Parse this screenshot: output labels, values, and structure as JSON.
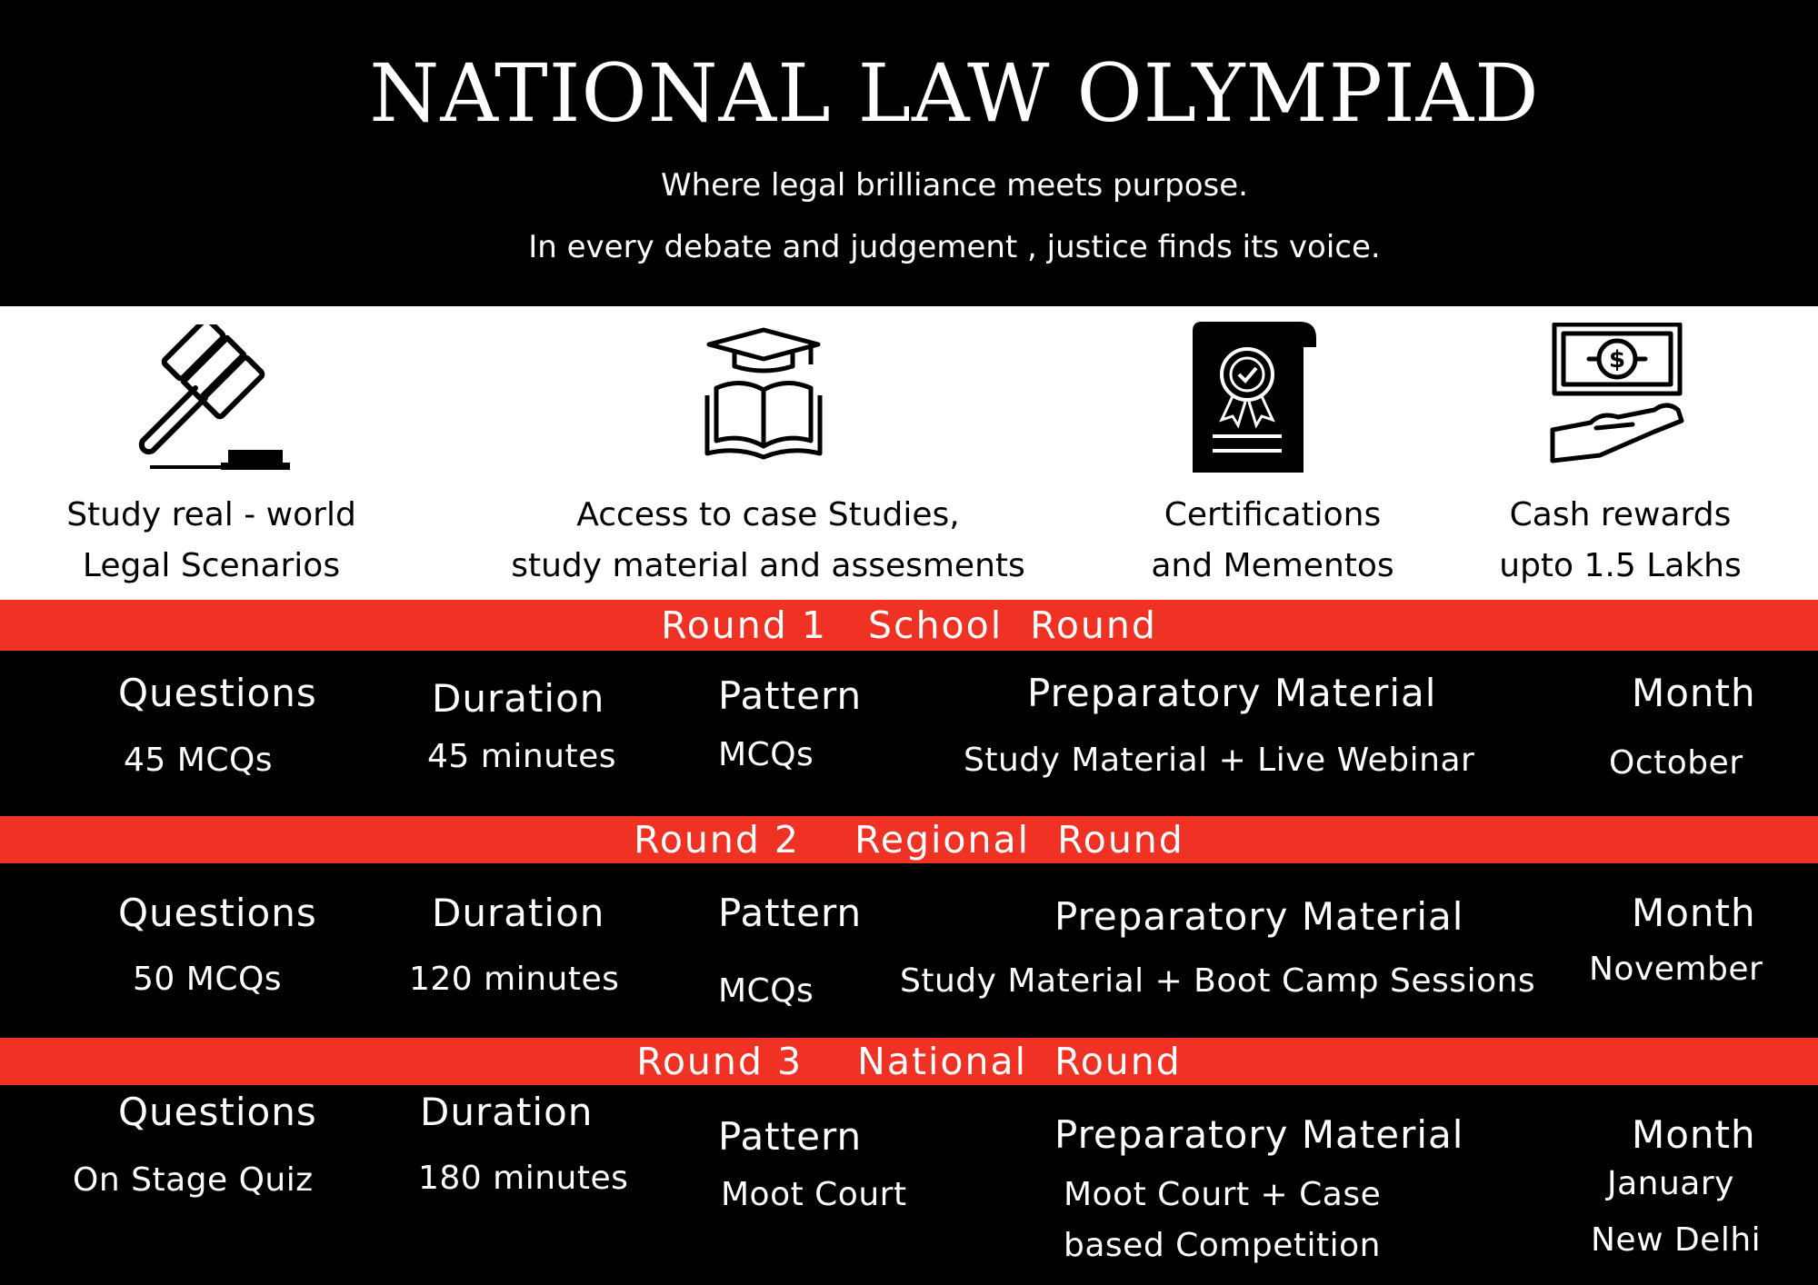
{
  "header": {
    "title": "NATIONAL LAW OLYMPIAD",
    "tagline_1": "Where legal brilliance meets purpose.",
    "tagline_2": "In every debate and judgement , justice finds its voice."
  },
  "features": [
    {
      "icon": "gavel-icon",
      "line1": "Study  real - world",
      "line2": "Legal Scenarios"
    },
    {
      "icon": "graduation-book-icon",
      "line1": "Access to case Studies,",
      "line2": "study material and assesments"
    },
    {
      "icon": "certificate-icon",
      "line1": "Certifications",
      "line2": "and  Mementos"
    },
    {
      "icon": "cash-hand-icon",
      "line1": "Cash rewards",
      "line2": "upto 1.5  Lakhs"
    }
  ],
  "rounds": [
    {
      "title": "Round 1   School  Round",
      "questions_label": "Questions",
      "questions": "45  MCQs",
      "duration_label": "Duration",
      "duration": "45 minutes",
      "pattern_label": "Pattern",
      "pattern": "MCQs",
      "prep_label": "Preparatory  Material",
      "prep": "Study  Material +  Live Webinar",
      "month_label": "Month",
      "month": "October"
    },
    {
      "title": "Round 2    Regional  Round",
      "questions_label": "Questions",
      "questions": "50  MCQs",
      "duration_label": "Duration",
      "duration": "120 minutes",
      "pattern_label": "Pattern",
      "pattern": "MCQs",
      "prep_label": "Preparatory  Material",
      "prep": "Study  Material +  Boot Camp Sessions",
      "month_label": "Month",
      "month": "November"
    },
    {
      "title": "Round 3    National  Round",
      "questions_label": "Questions",
      "questions": "On Stage Quiz",
      "duration_label": "Duration",
      "duration": "180 minutes",
      "pattern_label": "Pattern",
      "pattern": "Moot Court",
      "prep_label": "Preparatory  Material",
      "prep_1": "Moot Court + Case",
      "prep_2": "based Competition",
      "month_label": "Month",
      "month": "January",
      "location": "New  Delhi"
    }
  ],
  "colors": {
    "accent": "#ef3224",
    "background": "#000000",
    "panel": "#ffffff"
  }
}
